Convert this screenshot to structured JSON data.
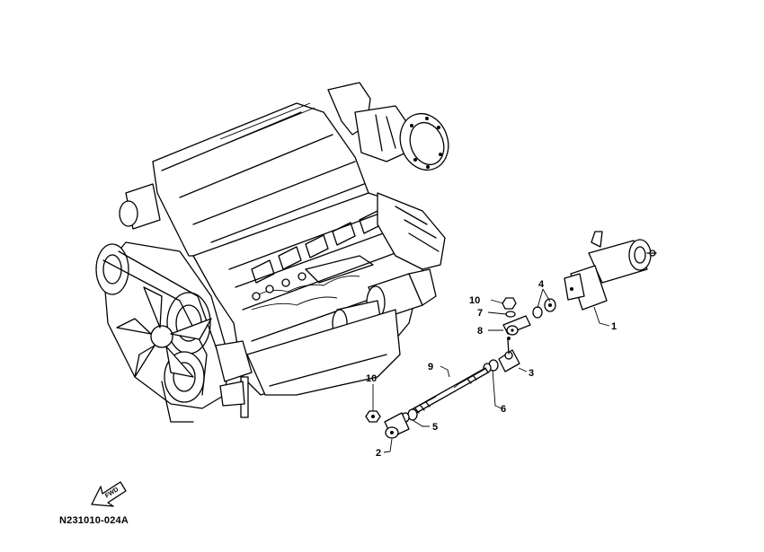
{
  "diagram_code": "N231010-024A",
  "fwd_label": "FWD",
  "callouts": [
    {
      "id": "1",
      "text": "1"
    },
    {
      "id": "2",
      "text": "2"
    },
    {
      "id": "3",
      "text": "3"
    },
    {
      "id": "4",
      "text": "4"
    },
    {
      "id": "5",
      "text": "5"
    },
    {
      "id": "6",
      "text": "6"
    },
    {
      "id": "7",
      "text": "7"
    },
    {
      "id": "8",
      "text": "8"
    },
    {
      "id": "9",
      "text": "9"
    },
    {
      "id": "10a",
      "text": "10"
    },
    {
      "id": "10b",
      "text": "10"
    }
  ]
}
